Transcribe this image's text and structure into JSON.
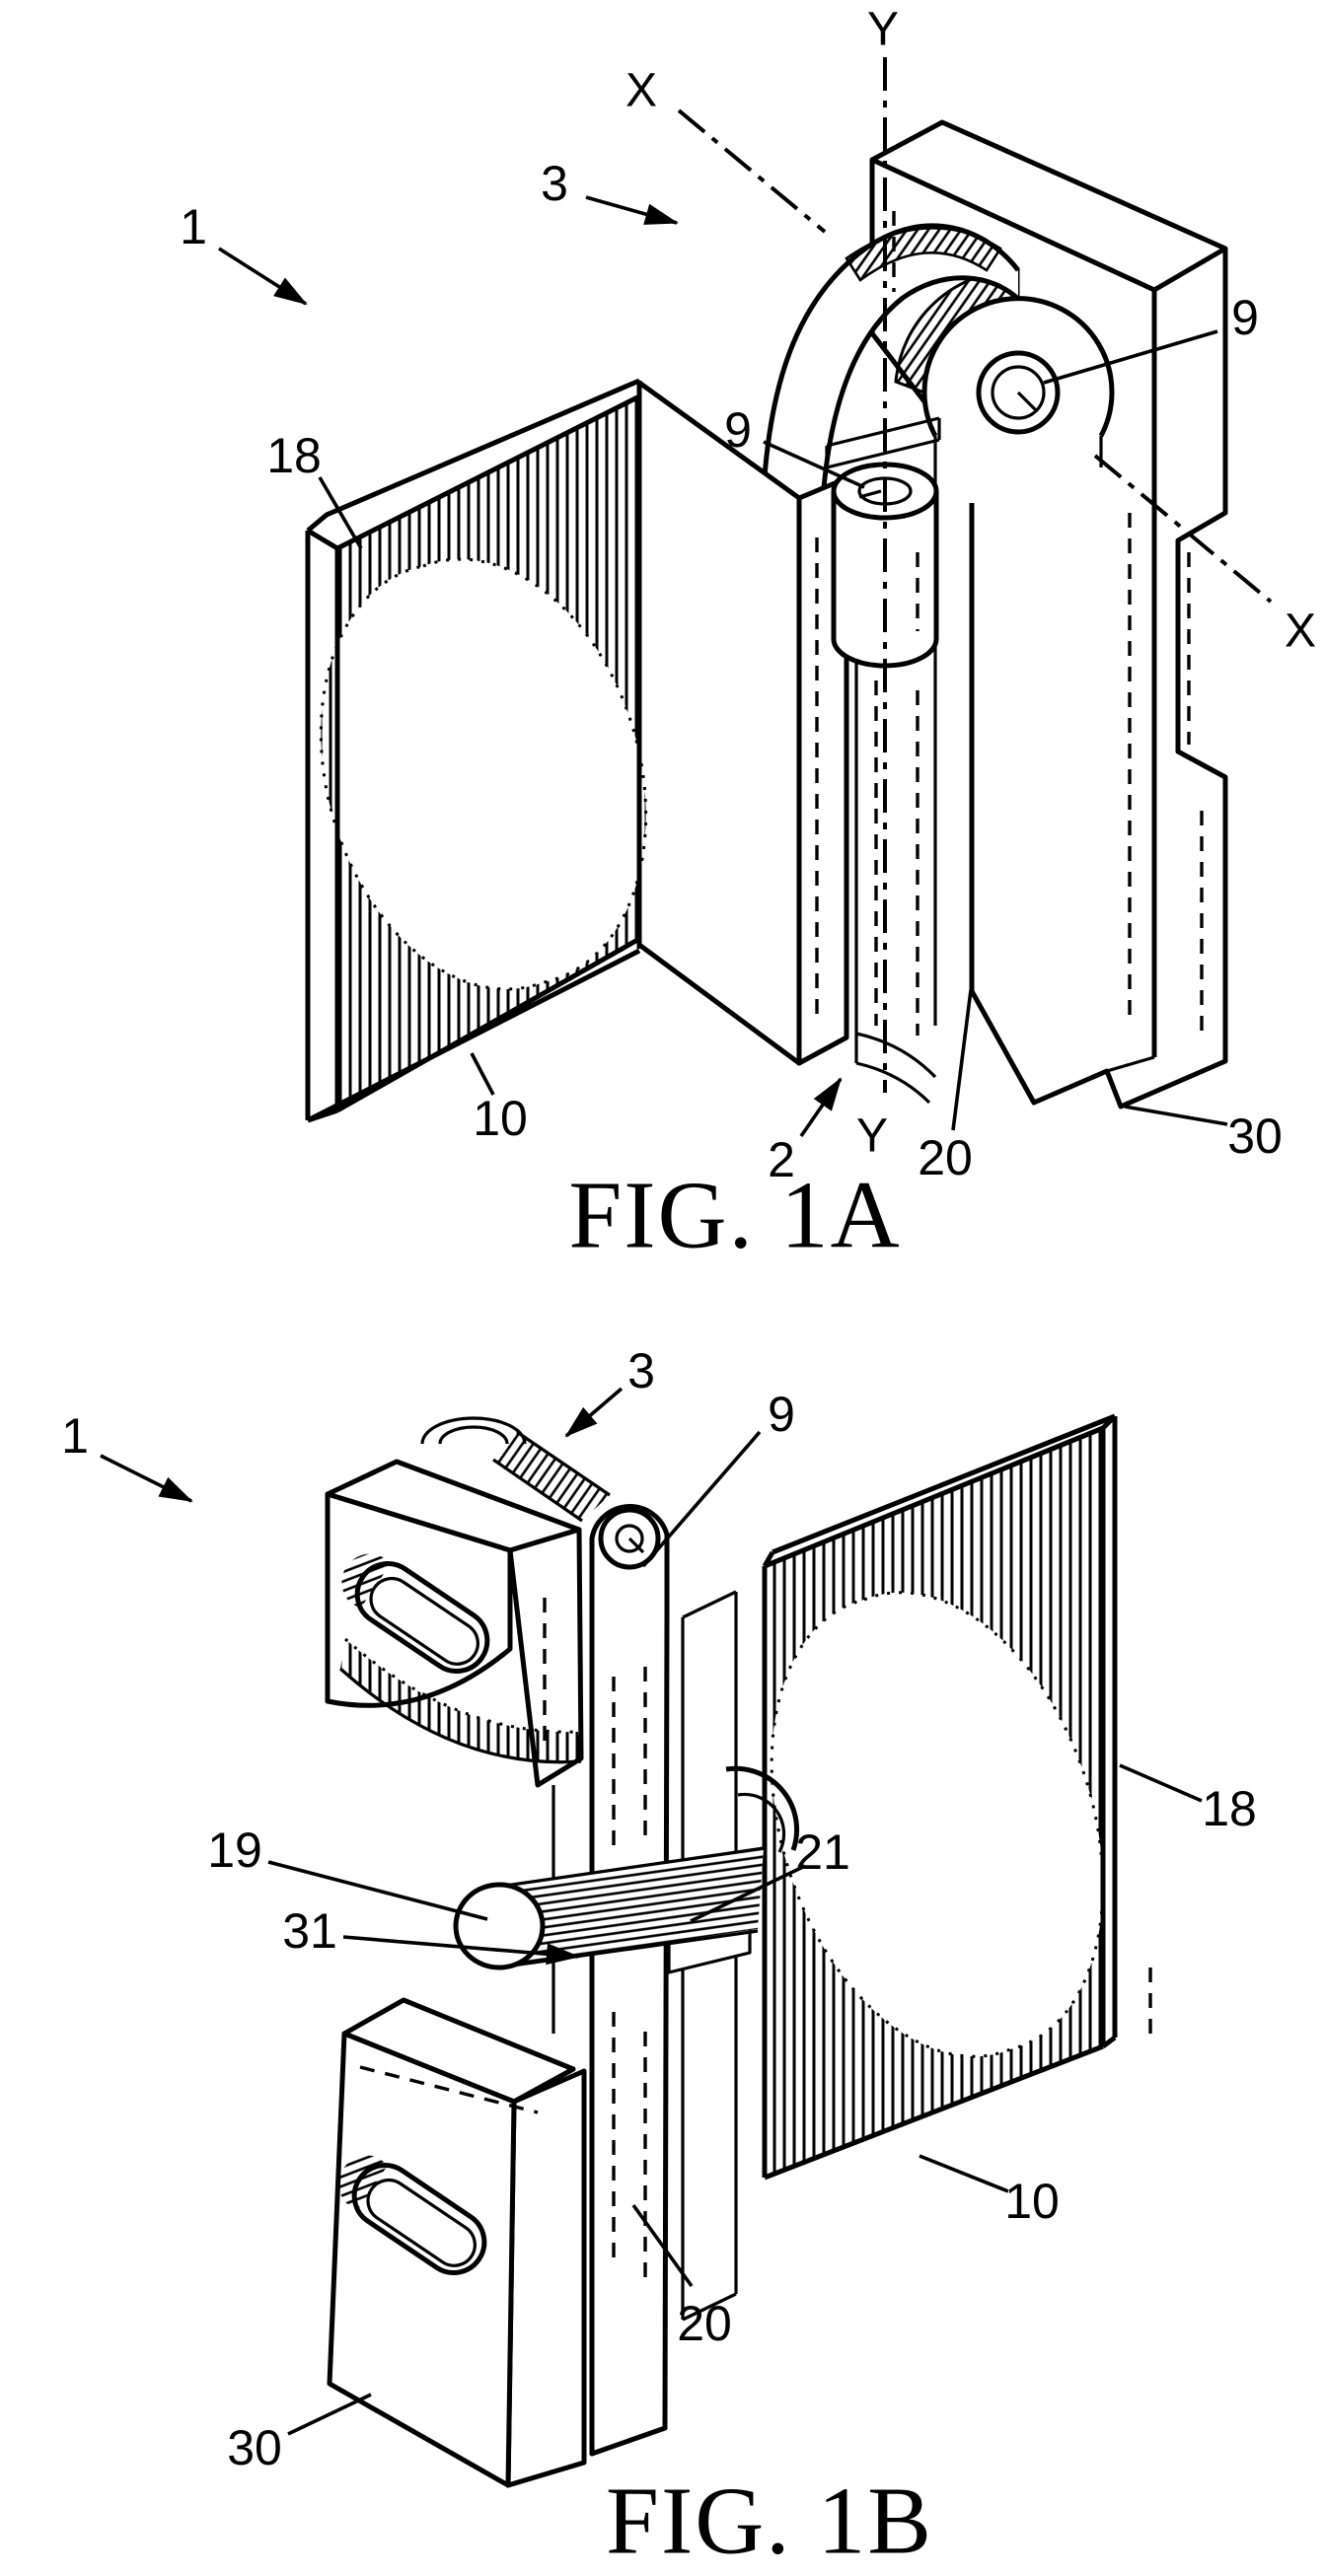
{
  "page": {
    "ink": "#000000",
    "paper": "#ffffff"
  },
  "fig1a": {
    "caption": "FIG. 1A",
    "axis": {
      "x_top": "X",
      "x_bottom": "X",
      "y_top": "Y",
      "y_bottom": "Y"
    },
    "refs": {
      "r1": "1",
      "r2": "2",
      "r3": "3",
      "r9a": "9",
      "r9b": "9",
      "r10": "10",
      "r18": "18",
      "r20": "20",
      "r30": "30"
    }
  },
  "fig1b": {
    "caption": "FIG. 1B",
    "refs": {
      "r1": "1",
      "r3": "3",
      "r9": "9",
      "r10": "10",
      "r18": "18",
      "r19": "19",
      "r20": "20",
      "r21": "21",
      "r30": "30",
      "r31": "31"
    }
  }
}
